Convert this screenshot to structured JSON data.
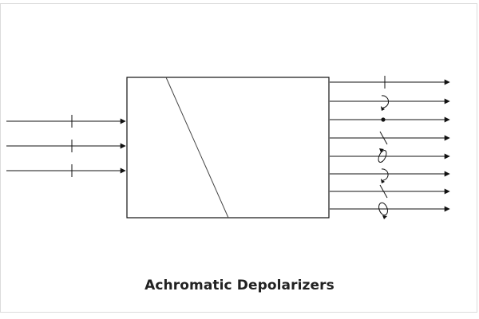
{
  "caption": "Achromatic Depolarizers",
  "colors": {
    "stroke": "#111111",
    "prism_line": "#444444",
    "frame_border": "#dcdcdc"
  },
  "input_beam_polarizations": [
    "linear-vertical",
    "linear-vertical",
    "linear-vertical"
  ],
  "output_beam_polarizations": [
    "linear-vertical",
    "circular",
    "dot",
    "linear-tilted",
    "elliptical",
    "circular",
    "linear-tilted",
    "elliptical"
  ]
}
